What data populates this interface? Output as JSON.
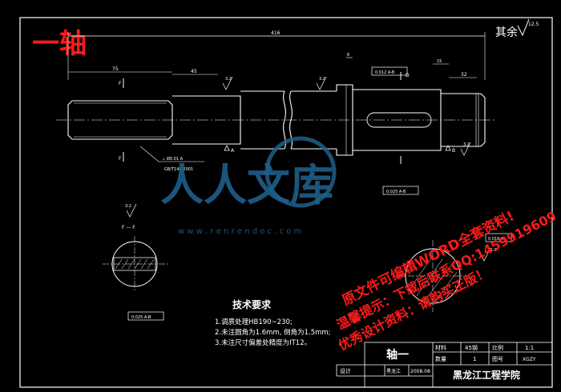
{
  "drawing": {
    "overlay_title": "一轴",
    "surface_finish": "其余",
    "surface_finish_value": "12.5",
    "dimensions": {
      "overall_length": "416",
      "left_dim": "75",
      "dim_45": "45",
      "dim_32": "32",
      "dim_6": "6",
      "dim_15": "15"
    },
    "section_labels": {
      "f_label_top": "F",
      "f_label_bottom": "F",
      "f_section": "F — F",
      "d_label": "D"
    },
    "leader_note_1": "⊥ Ø0.01 A",
    "leader_note_2": "GB/T144-2001",
    "roughness_values": [
      "3.2",
      "3.2",
      "3.2",
      "3.2",
      "1.6"
    ],
    "datum_labels": [
      "A",
      "B"
    ],
    "tolerance_frames": [
      "0.025 A-B",
      "0.025 A-B",
      "0.016 A",
      "0.012 A-B"
    ]
  },
  "tech_req": {
    "title": "技术要求",
    "lines": [
      "1.调质处理HB190~230;",
      "2.未注圆角为1.6mm, 倒角为1.5mm;",
      "3.未注尺寸偏差处精度为IT12。"
    ]
  },
  "title_block": {
    "part_name": "轴一",
    "material_label": "材料",
    "material": "45钢",
    "scale_label": "比例",
    "scale": "1:1",
    "qty_label": "数量",
    "qty": "1",
    "drawing_no_label": "图号",
    "drawing_no": "XGZY",
    "designer_label": "设计",
    "designer": "黑龙江",
    "date": "2008.08",
    "school": "黑龙江工程学院"
  },
  "watermark": {
    "brand": "人人文库",
    "url": "w w w . r e n r e n d o c . c o m",
    "red_lines": [
      "原文件可编辑WORD全套资料!",
      "温馨提示：下载后联系QQ:1459919609",
      "优秀设计资料：请购买正版！"
    ]
  },
  "colors": {
    "background": "#000000",
    "line": "#ffffff",
    "overlay_red": "#ff1a1a",
    "watermark_blue": "#1e5f8a"
  }
}
